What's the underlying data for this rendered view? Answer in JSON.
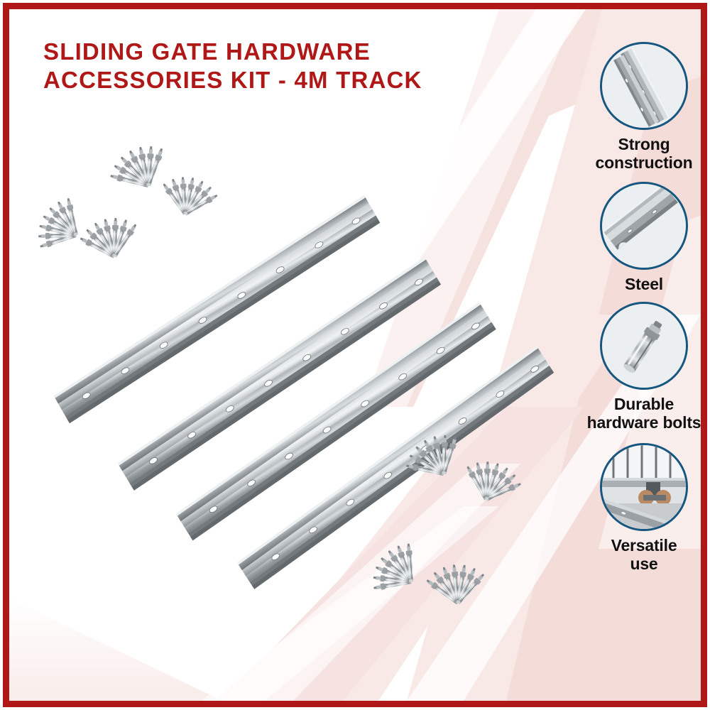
{
  "poster": {
    "frame_color": "#b01818",
    "background_color": "#ffffff",
    "accent_pink": "#f7e6e4",
    "circle_border_color": "#16567f",
    "title_color": "#b01818",
    "label_color": "#111111"
  },
  "title": {
    "line1": "SLIDING GATE HARDWARE",
    "line2": "ACCESSORIES KIT - 4M TRACK"
  },
  "features": [
    {
      "id": "strong-construction",
      "label_line1": "Strong",
      "label_line2": "construction",
      "icon": "steel-track-icon"
    },
    {
      "id": "steel",
      "label_line1": "Steel",
      "label_line2": "",
      "icon": "v-track-profile-icon"
    },
    {
      "id": "durable-bolts",
      "label_line1": "Durable",
      "label_line2": "hardware bolts",
      "icon": "anchor-bolt-icon"
    },
    {
      "id": "versatile-use",
      "label_line1": "Versatile",
      "label_line2": "use",
      "icon": "gate-roller-icon"
    }
  ],
  "product": {
    "rail_count": 4,
    "rail_material": "galvanized steel",
    "bolt_cluster_count": 8,
    "bolts_per_cluster": 7
  }
}
